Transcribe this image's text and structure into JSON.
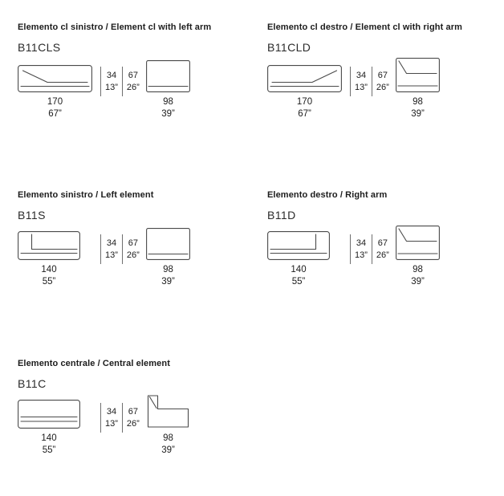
{
  "blocks": [
    {
      "title": "Elemento cl sinistro / Element cl with left arm",
      "code": "B11CLS",
      "width_cm": "170",
      "width_in": "67”",
      "seat_cm": "34",
      "seat_in": "13”",
      "total_cm": "67",
      "total_in": "26”",
      "depth_cm": "98",
      "depth_in": "39”"
    },
    {
      "title": "Elemento cl destro / Element cl with right arm",
      "code": "B11CLD",
      "width_cm": "170",
      "width_in": "67”",
      "seat_cm": "34",
      "seat_in": "13”",
      "total_cm": "67",
      "total_in": "26”",
      "depth_cm": "98",
      "depth_in": "39”"
    },
    {
      "title": "Elemento sinistro / Left element",
      "code": "B11S",
      "width_cm": "140",
      "width_in": "55”",
      "seat_cm": "34",
      "seat_in": "13”",
      "total_cm": "67",
      "total_in": "26”",
      "depth_cm": "98",
      "depth_in": "39”"
    },
    {
      "title": "Elemento destro / Right arm",
      "code": "B11D",
      "width_cm": "140",
      "width_in": "55”",
      "seat_cm": "34",
      "seat_in": "13”",
      "total_cm": "67",
      "total_in": "26”",
      "depth_cm": "98",
      "depth_in": "39”"
    },
    {
      "title": "Elemento centrale / Central element",
      "code": "B11C",
      "width_cm": "140",
      "width_in": "55”",
      "seat_cm": "34",
      "seat_in": "13”",
      "total_cm": "67",
      "total_in": "26”",
      "depth_cm": "98",
      "depth_in": "39”"
    }
  ]
}
